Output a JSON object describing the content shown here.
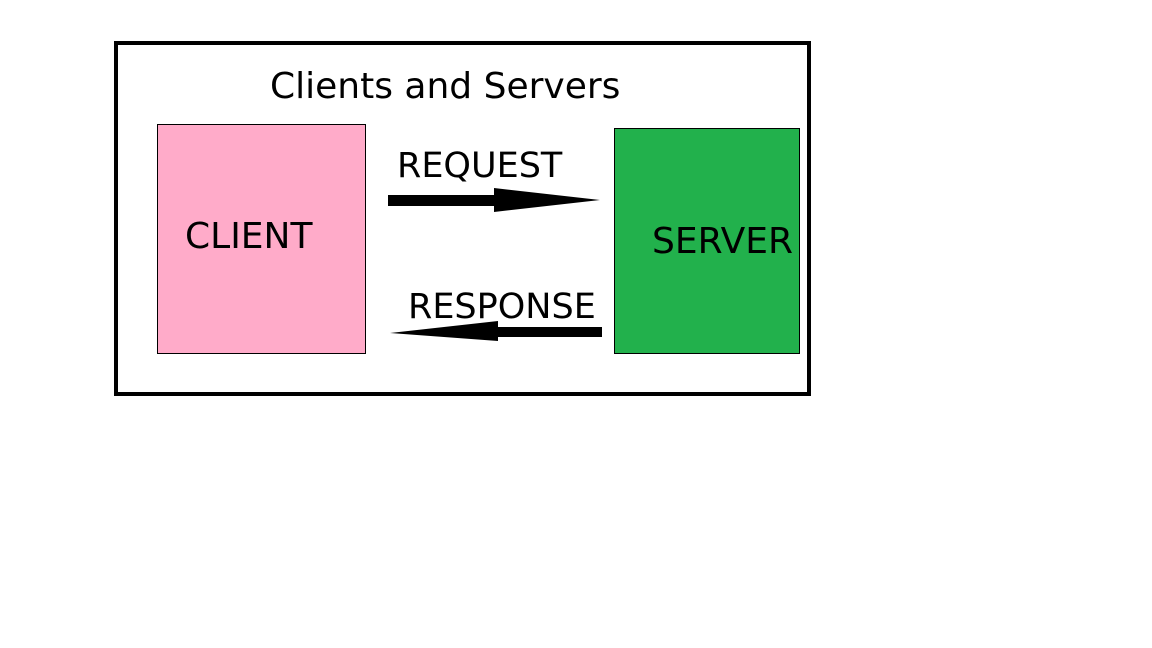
{
  "diagram": {
    "title": "Clients and Servers",
    "client": {
      "label": "CLIENT",
      "color": "#ffabc9"
    },
    "server": {
      "label": "SERVER",
      "color": "#22b14c"
    },
    "request": {
      "label": "REQUEST",
      "direction": "client-to-server"
    },
    "response": {
      "label": "RESPONSE",
      "direction": "server-to-client"
    }
  }
}
